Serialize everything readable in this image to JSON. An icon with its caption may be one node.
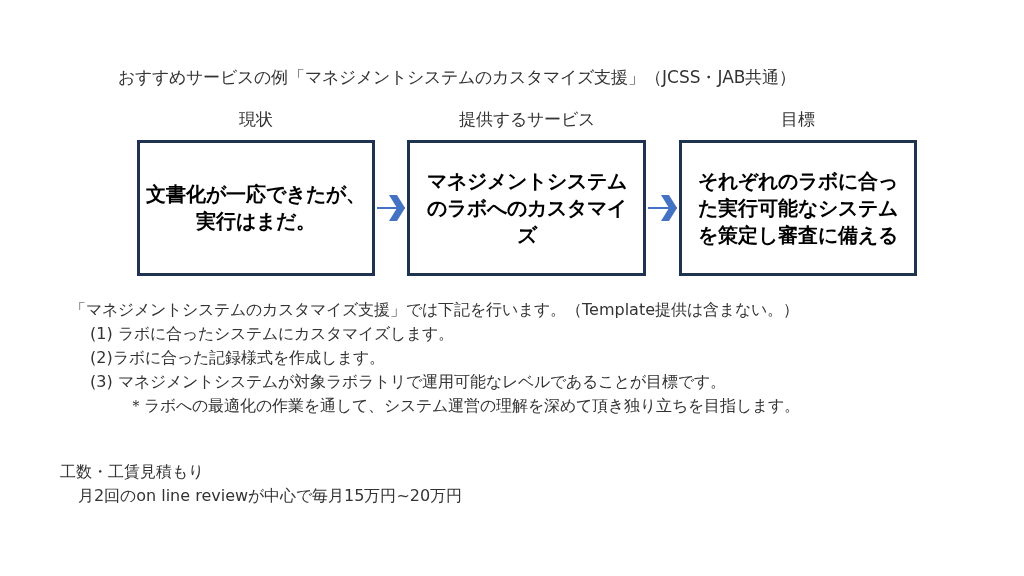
{
  "diagram": {
    "title": "おすすめサービスの例「マネジメントシステムのカスタマイズ支援」（JCSS・JAB共通）",
    "nodes": [
      {
        "text": [
          "現状",
          "文書化が一応できたが、実行はまだ。"
        ]
      },
      {
        "text": [
          "提供するサービス",
          "マネジメントシステムのラボへのカスタマイズ"
        ]
      },
      {
        "text": [
          "目標",
          "それぞれのラボに合った実行可能なシステムを策定し審査に備える"
        ]
      }
    ],
    "edges": [
      {
        "from": 0,
        "to": 1,
        "arrow": "to"
      },
      {
        "from": 1,
        "to": 2,
        "arrow": "to"
      }
    ],
    "labels": [
      "「マネジメントシステムのカスタマイズ支援」では下記を行います。（Template提供は含まない。）",
      "(1) ラボに合ったシステムにカスタマイズします。",
      "(2)ラボに合った記録様式を作成します。",
      "(3) マネジメントシステムが対象ラボラトリで運用可能なレベルであることが目標です。",
      "＊ラボへの最適化の作業を通して、システム運営の理解を深めて頂き独り立ちを目指します。",
      "工数・工賃見積もり",
      "月2回のon line reviewが中心で毎月15万円~20万円"
    ]
  }
}
